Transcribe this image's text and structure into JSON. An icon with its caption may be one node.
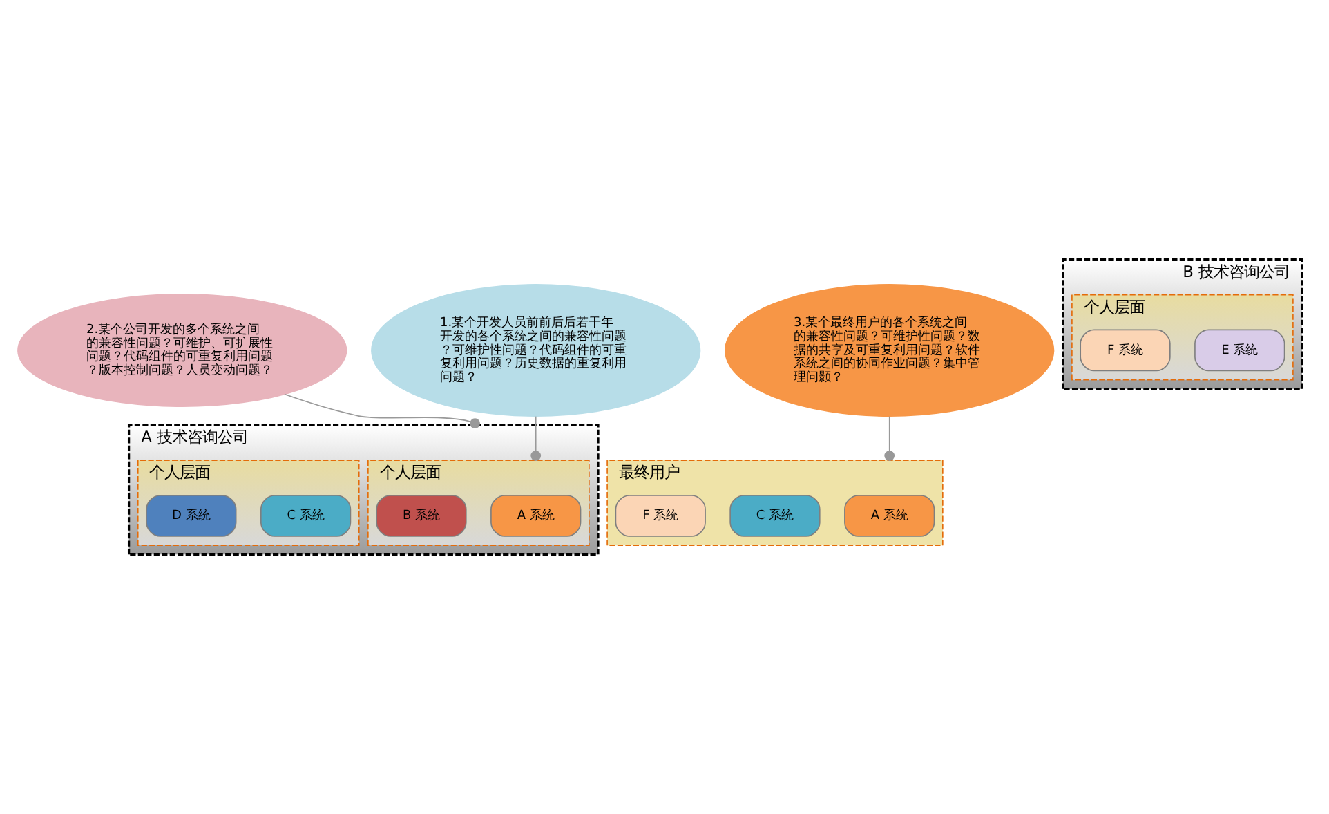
{
  "diagram": {
    "nodes": [
      {
        "text": [
          "2.某个公司开发的多个系统之间的兼容性问题？可维护、可扩展性问题？代码组件的可重复利用问题？版本控制问题？人员变动问题？"
        ]
      },
      {
        "text": [
          "3.某个最终用户的各个系统之间的兼容性问题？可维护性问题？数据的共享及可重复利用问题？软件系统之间的协同作业问题？集中管理问颢？"
        ]
      },
      {
        "text": [
          "最终用户"
        ]
      },
      {
        "text": [
          "A 系统"
        ],
        "in": 2
      },
      {
        "text": [
          "C 系统"
        ],
        "in": 2
      },
      {
        "text": [
          "F 系统"
        ],
        "in": 2
      },
      {
        "text": [
          "A 技术咨询公司"
        ]
      },
      {
        "text": [
          "个人层面"
        ],
        "in": 6
      },
      {
        "text": [
          "A 系统"
        ],
        "in": 7
      },
      {
        "text": [
          "B 系统"
        ],
        "in": 7
      },
      {
        "text": [
          "个人层面"
        ],
        "in": 6
      },
      {
        "text": [
          "C 系统"
        ],
        "in": 10
      },
      {
        "text": [
          "D 系统"
        ],
        "in": 10
      },
      {
        "text": [
          "B 技术咨询公司"
        ]
      },
      {
        "text": [
          "个人层面"
        ],
        "in": 13
      },
      {
        "text": [
          "E 系统"
        ],
        "in": 14
      },
      {
        "text": [
          "F 系统"
        ],
        "in": 14
      },
      {
        "text": [
          "1.某个开发人员前前后后若干年开发的各个系统之间的兼容性问题？可维护性问题？代码组件的可重复利用问题？历史数据的重复利用问题？"
        ]
      }
    ],
    "edges": [
      {
        "from": 0,
        "to": 6,
        "arrow": "other"
      },
      {
        "from": 1,
        "to": 2,
        "arrow": "other"
      },
      {
        "from": 17,
        "to": 7,
        "arrow": "other"
      }
    ]
  }
}
